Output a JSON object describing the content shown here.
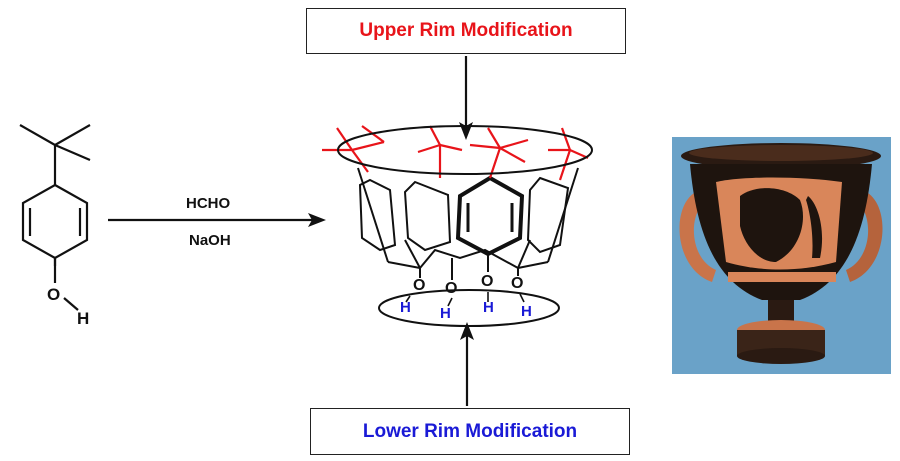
{
  "labels": {
    "upper_rim": "Upper Rim Modification",
    "lower_rim": "Lower Rim Modification",
    "reagent_1": "HCHO",
    "reagent_2": "NaOH"
  },
  "phenol": {
    "oxygen": "O",
    "hydrogen": "H"
  },
  "calixarene": {
    "oxygen_atoms": [
      "O",
      "O",
      "O",
      "O"
    ],
    "hydrogen_atoms": [
      "H",
      "H",
      "H",
      "H"
    ]
  },
  "colors": {
    "upper_rim": "#e8141a",
    "lower_rim": "#1a1ad6",
    "structure": "#111111",
    "photo_background": "#6aa2c8"
  },
  "icons": {
    "vase_image": "greek-krater-vase"
  }
}
